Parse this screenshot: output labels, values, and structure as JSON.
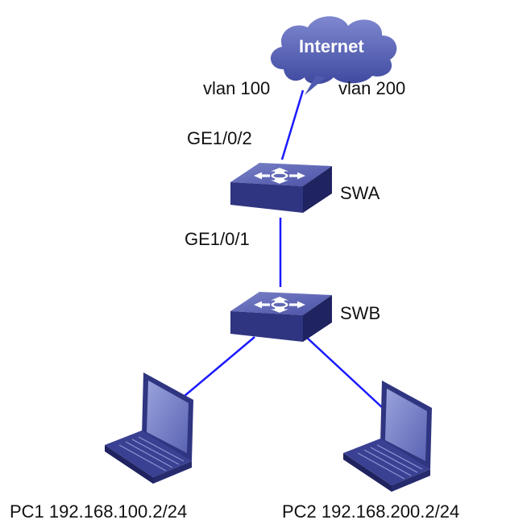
{
  "internet": {
    "label": "Internet"
  },
  "vlans": {
    "left": "vlan 100",
    "right": "vlan 200"
  },
  "ports": {
    "swa_uplink": "GE1/0/2",
    "swa_downlink": "GE1/0/1"
  },
  "switches": {
    "swa": "SWA",
    "swb": "SWB"
  },
  "pcs": {
    "pc1": "PC1 192.168.100.2/24",
    "pc2": "PC2 192.168.200.2/24"
  },
  "colors": {
    "link": "#1a1aff",
    "cloud": "#4f5bb0",
    "switch_top": "#5c63b5",
    "switch_side": "#2b2f7a"
  }
}
